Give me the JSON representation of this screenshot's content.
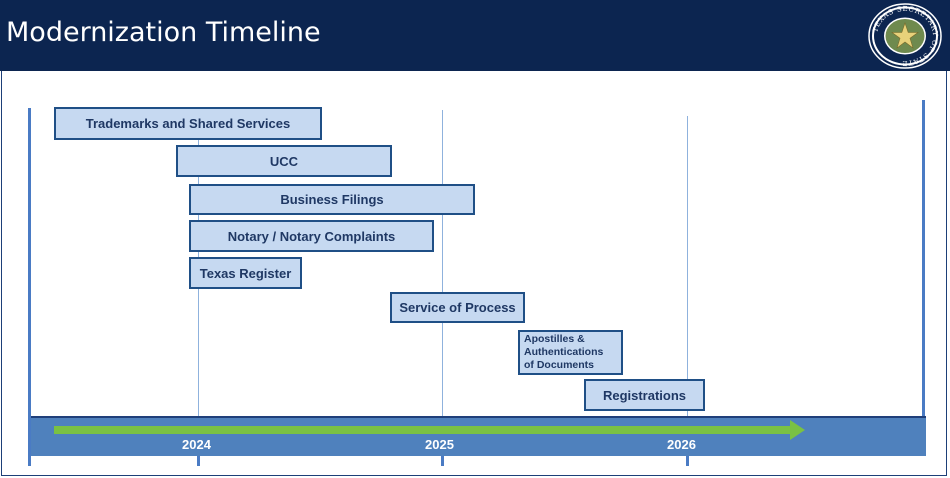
{
  "header": {
    "title": "Modernization Timeline",
    "seal_text": "TEXAS SECRETARY OF STATE"
  },
  "timeline": {
    "years": [
      "2024",
      "2025",
      "2026"
    ],
    "items": [
      {
        "label": "Trademarks and Shared Services"
      },
      {
        "label": "UCC"
      },
      {
        "label": "Business Filings"
      },
      {
        "label": "Notary / Notary Complaints"
      },
      {
        "label": "Texas Register"
      },
      {
        "label": "Service of Process"
      },
      {
        "label": "Apostilles &\nAuthentications\nof Documents"
      },
      {
        "label": "Registrations"
      }
    ]
  },
  "colors": {
    "header_bg": "#0c2550",
    "bar_fill": "#c6d9f1",
    "bar_border": "#1f4f86",
    "band": "#4f81bd",
    "arrow": "#7ac143"
  }
}
